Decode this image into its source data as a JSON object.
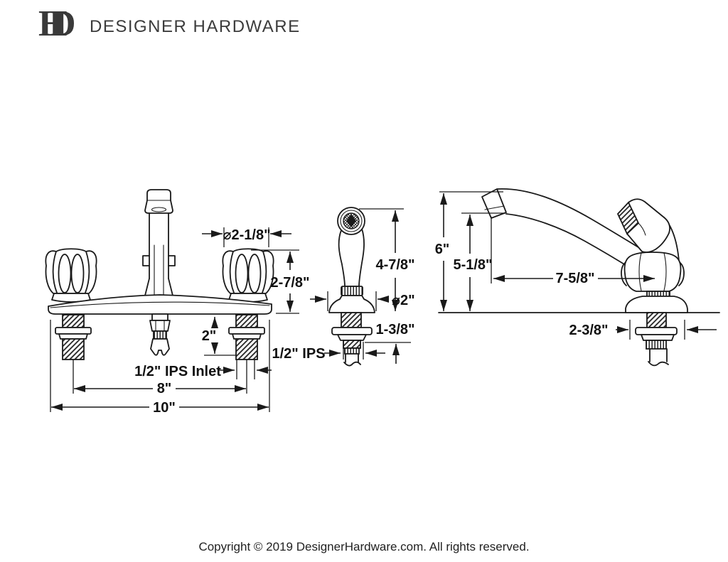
{
  "brand": {
    "monogram_h": "H",
    "monogram_d": "D",
    "name": "DESIGNER HARDWARE"
  },
  "diagram": {
    "front_view": {
      "handle_diameter": "⌀2-1/8\"",
      "handle_height": "2-7/8\"",
      "shank_length": "2\"",
      "inlet": "1/2\" IPS Inlet",
      "handle_centers": "8\"",
      "overall_width": "10\""
    },
    "sprayer_view": {
      "height": "4-7/8\"",
      "base_diameter": "⌀2\"",
      "below_deck": "1-3/8\"",
      "thread": "1/2\" IPS"
    },
    "side_view": {
      "total_height": "6\"",
      "spout_height": "5-1/8\"",
      "spout_reach": "7-5/8\"",
      "base_width": "2-3/8\""
    }
  },
  "footer": {
    "copyright": "Copyright © 2019 DesignerHardware.com. All rights reserved."
  },
  "colors": {
    "line": "#1a1a1a",
    "text": "#111111",
    "brand": "#3c3c3c"
  }
}
